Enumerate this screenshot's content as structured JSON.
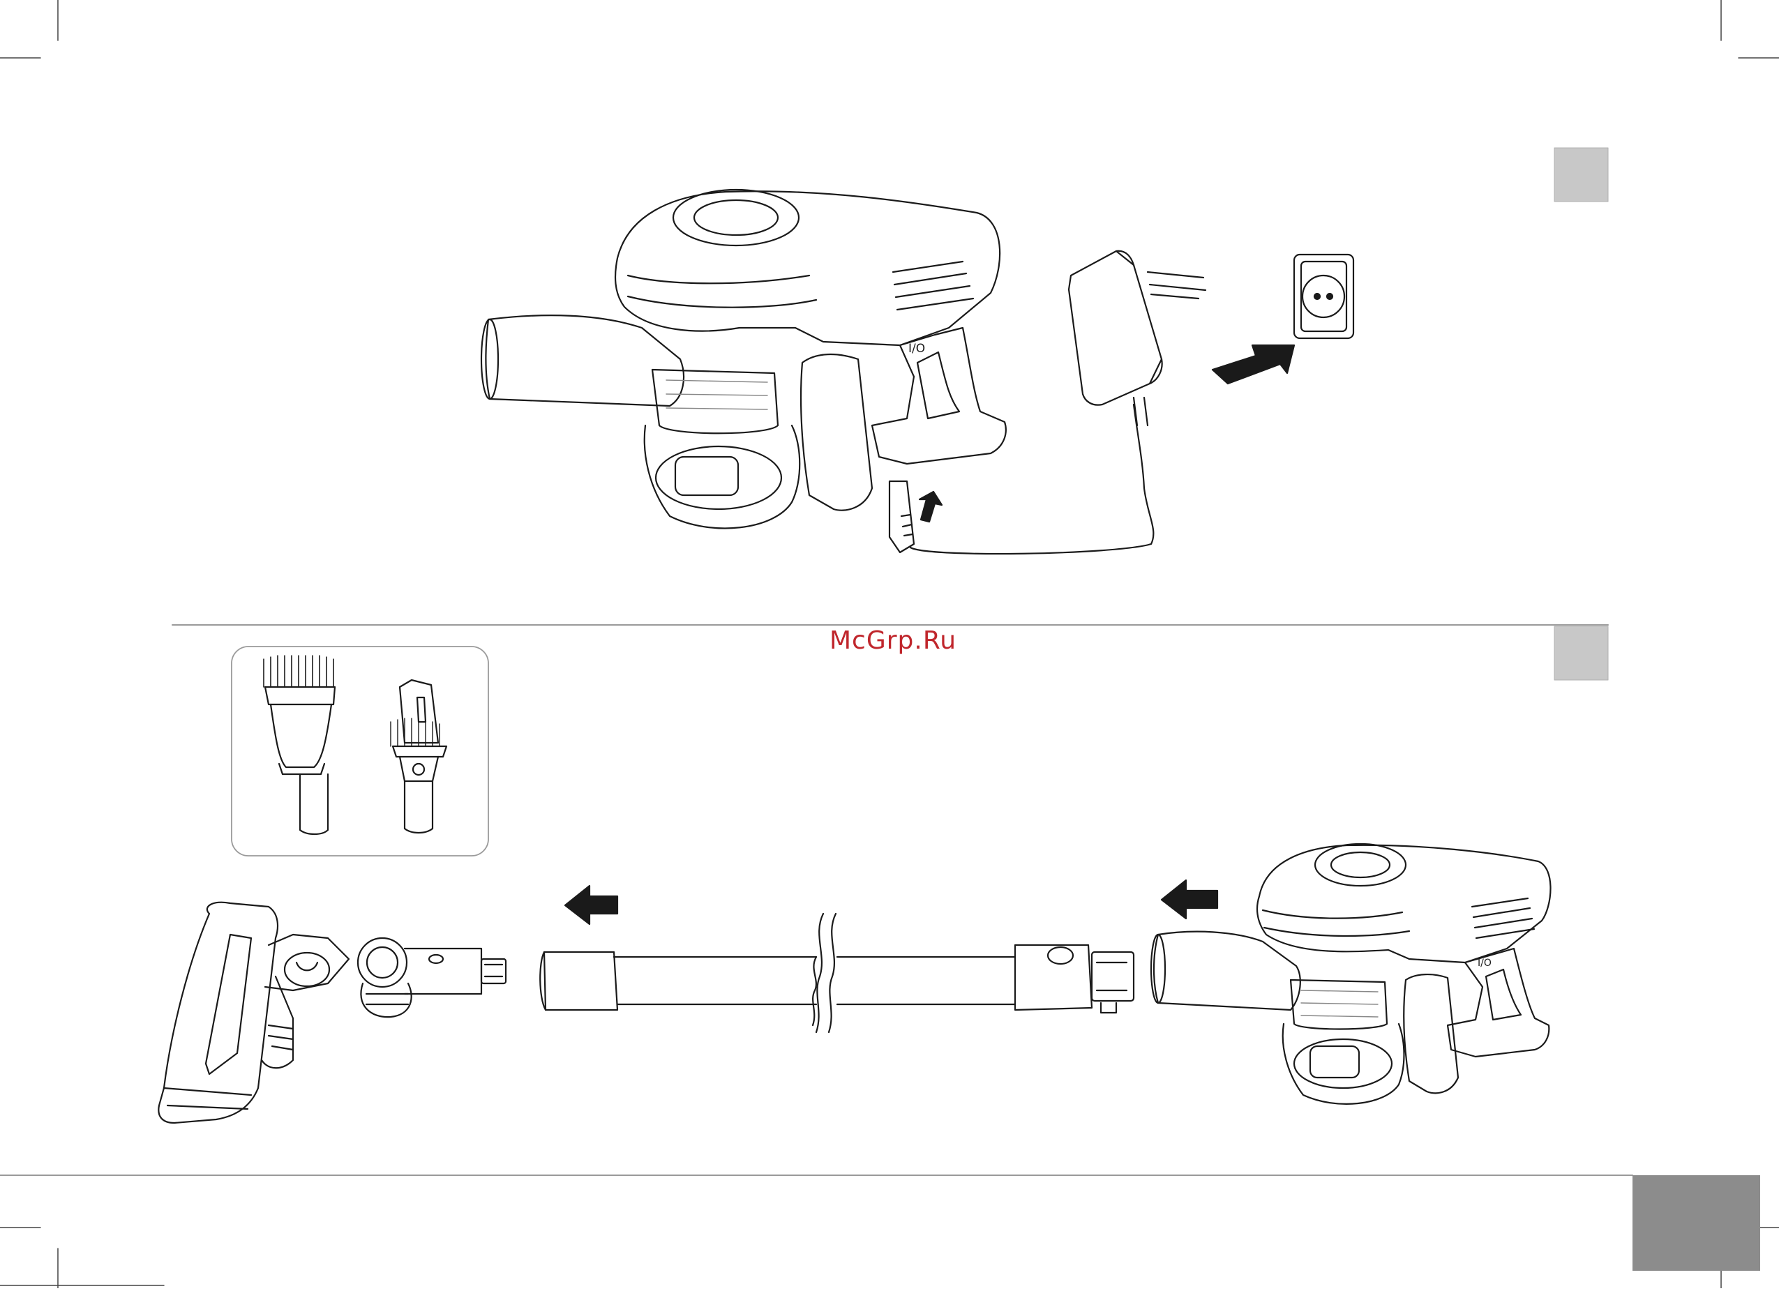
{
  "watermark": {
    "text": "McGrp.Ru",
    "color": "#c0262c"
  },
  "switch_label": "I/O",
  "colors": {
    "line": "#1a1a1a",
    "tab": "#c8c8c8",
    "tab_dark": "#8c8c8c",
    "divider": "#9a9a9a"
  },
  "figures": {
    "charging": {
      "name": "charging",
      "icons": [
        "handheld-vacuum-icon",
        "charger-adapter-icon",
        "wall-socket-icon",
        "insert-arrow-icon"
      ]
    },
    "assembly": {
      "name": "assembly",
      "icons": [
        "floor-brush-icon",
        "extension-tube-icon",
        "handheld-vacuum-icon",
        "left-arrow-icon"
      ]
    },
    "accessories": {
      "name": "accessories",
      "icons": [
        "dusting-brush-icon",
        "crevice-tool-icon"
      ]
    }
  }
}
